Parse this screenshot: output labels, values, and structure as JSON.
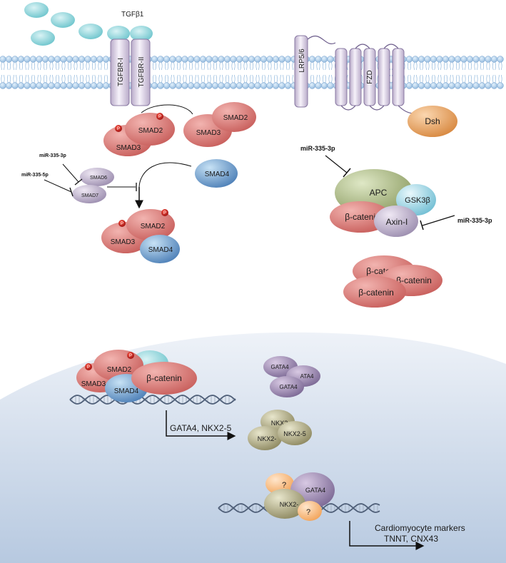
{
  "ligand": {
    "label": "TGFβ1"
  },
  "receptors": {
    "tgfbr1": "TGFBR-I",
    "tgfbr2": "TGFBR-II",
    "lrp": "LRP5/6",
    "fzd": "FZD"
  },
  "dsh": "Dsh",
  "smad": {
    "smad2": "SMAD2",
    "smad3": "SMAD3",
    "smad4": "SMAD4",
    "smad6": "SMAD6",
    "smad7": "SMAD7",
    "p": "P"
  },
  "mirna": {
    "mir335_3p": "miR-335-3p",
    "mir335_5p": "miR-335-5p"
  },
  "wnt": {
    "apc": "APC",
    "gsk3b": "GSK3β",
    "axin": "Axin-I",
    "bcat": "β-catenin"
  },
  "nucleus": {
    "gata4": "GATA4",
    "nkx": "NKX2-5",
    "nkx_partial": "NKX2-",
    "gata4_partial": "ATA4",
    "nkx_partial2": "NKX2-",
    "nkx_partial3": "NKX2-5",
    "qmark": "?",
    "targets": "GATA4, NKX2-5",
    "markers_line1": "Cardiomyocyte markers",
    "markers_line2": "TNNT, CNX43"
  }
}
